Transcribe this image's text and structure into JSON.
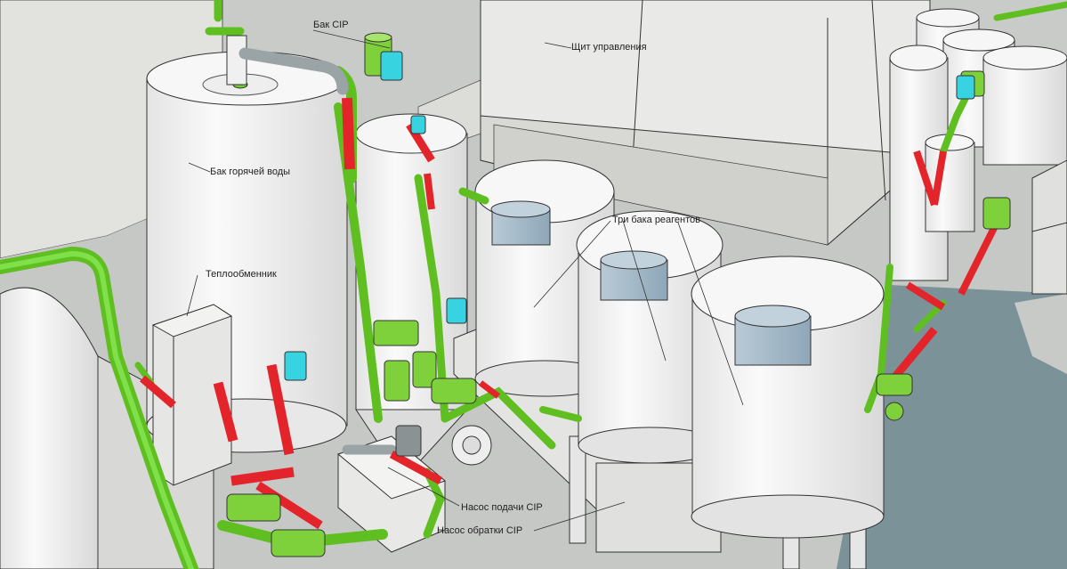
{
  "labels": {
    "bak_cip": "Бак CIP",
    "shchit": "Щит управления",
    "bak_goryachey_vody": "Бак горячей воды",
    "teploobmennik": "Теплообменник",
    "tri_baka": "Три бака реагентов",
    "nasos_podachi": "Насос подачи CIP",
    "nasos_obratki": "Насос обратки CIP"
  },
  "colors": {
    "pipe_green": "#6fce2c",
    "pipe_red": "#e8262a",
    "valve_cyan": "#37d3e0",
    "tank_white": "#f4f4f4",
    "floor": "#c9cbc9",
    "wall": "#e6e6e4",
    "lid_blue": "#a9c3d4"
  }
}
